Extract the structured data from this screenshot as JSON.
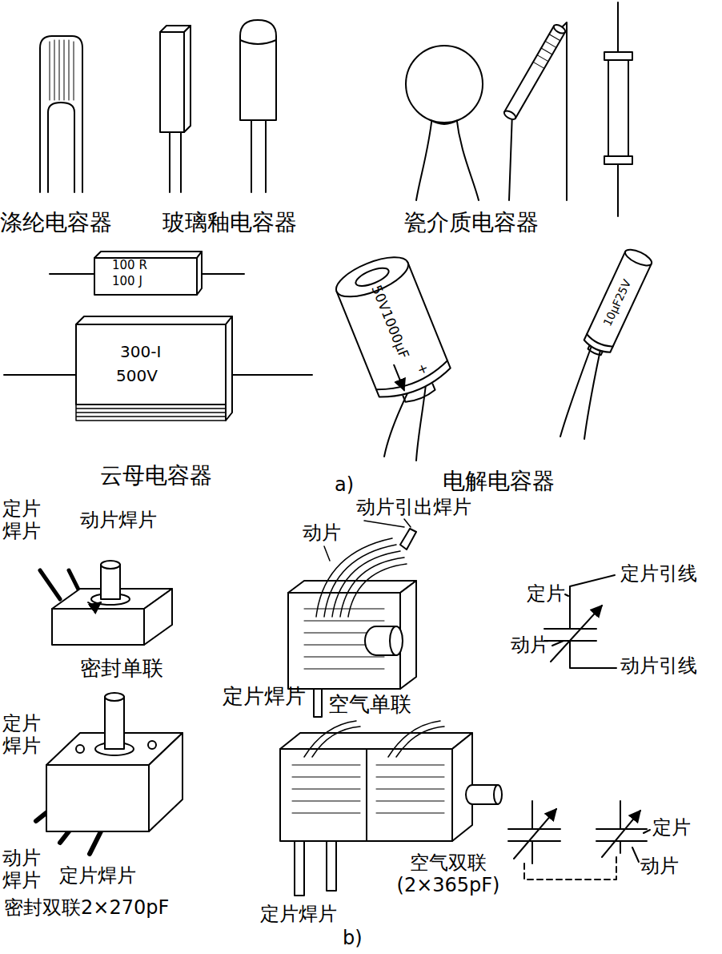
{
  "diagram": {
    "labels": [
      "涤纶电容器",
      "玻璃釉电容器",
      "瓷介质电容器",
      "100 R",
      "100 J",
      "300-Ⅰ",
      "500V",
      "50V1000μF",
      "+",
      "10μF25V",
      "云母电容器",
      "a)",
      "电解电容器",
      "定片焊片",
      "动片焊片",
      "密封单联",
      "动片",
      "动片引出焊片",
      "定片焊片",
      "空气单联",
      "定片",
      "定片引线",
      "动片",
      "动片引线",
      "定片焊片",
      "动片焊片",
      "定片焊片",
      "密封双联2×270pF",
      "定片焊片",
      "空气双联 (2×365pF)",
      "定片",
      "动片",
      "b)"
    ]
  }
}
